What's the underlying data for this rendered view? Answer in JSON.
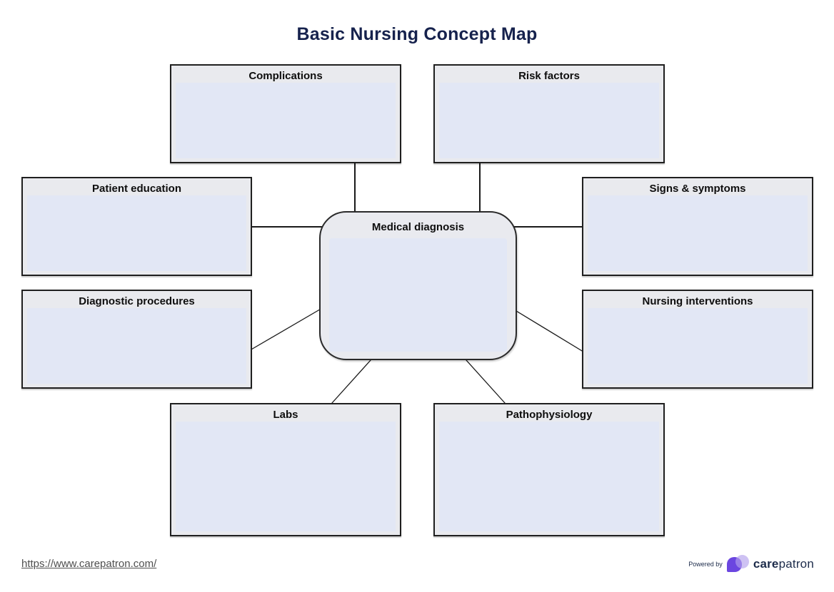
{
  "title": "Basic Nursing Concept Map",
  "center": {
    "label": "Medical diagnosis"
  },
  "nodes": [
    {
      "id": "complications",
      "label": "Complications"
    },
    {
      "id": "risk-factors",
      "label": "Risk factors"
    },
    {
      "id": "patient-education",
      "label": "Patient education"
    },
    {
      "id": "signs-symptoms",
      "label": "Signs & symptoms"
    },
    {
      "id": "diagnostic-procedures",
      "label": "Diagnostic procedures"
    },
    {
      "id": "nursing-interventions",
      "label": "Nursing interventions"
    },
    {
      "id": "labs",
      "label": "Labs"
    },
    {
      "id": "pathophysiology",
      "label": "Pathophysiology"
    }
  ],
  "footer": {
    "url": "https://www.carepatron.com/",
    "powered_by": "Powered by",
    "brand_bold": "care",
    "brand_light": "patron"
  },
  "colors": {
    "title": "#16224d",
    "box_border": "#1f1f1f",
    "box_header_bg": "#e9eaee",
    "box_body_bg": "#e2e7f5",
    "connector": "#1a1a1a",
    "link": "#4f4f4f",
    "brand_text": "#1c2b4a",
    "logo_purple": "#6b46e0",
    "logo_lavender": "#b4a2ec"
  }
}
